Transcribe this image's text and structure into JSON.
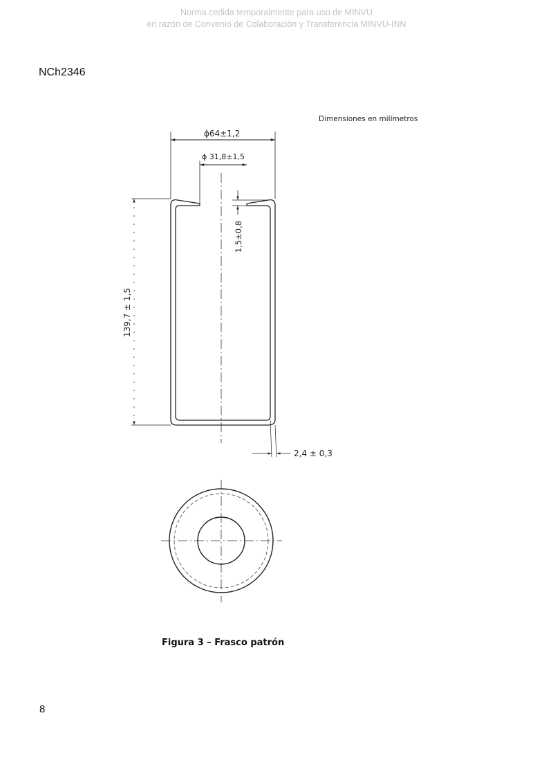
{
  "watermark": {
    "line1": "Norma cedida temporalmente para uso de MINVU",
    "line2": "en razón de Convenio de Colaboración y Transferencia MINVU-INN"
  },
  "header": {
    "doc_code": "NCh2346"
  },
  "drawing": {
    "units_note": "Dimensiones en milímetros",
    "outer_diameter": "ϕ64±1,2",
    "inner_diameter": "ϕ 31,8±1,5",
    "height": "139,7 ± 1,5",
    "lip_gap": "1,5±0,8",
    "wall_thickness": "2,4 ± 0,3"
  },
  "figure": {
    "caption": "Figura 3 – Frasco patrón"
  },
  "footer": {
    "page_number": "8"
  }
}
